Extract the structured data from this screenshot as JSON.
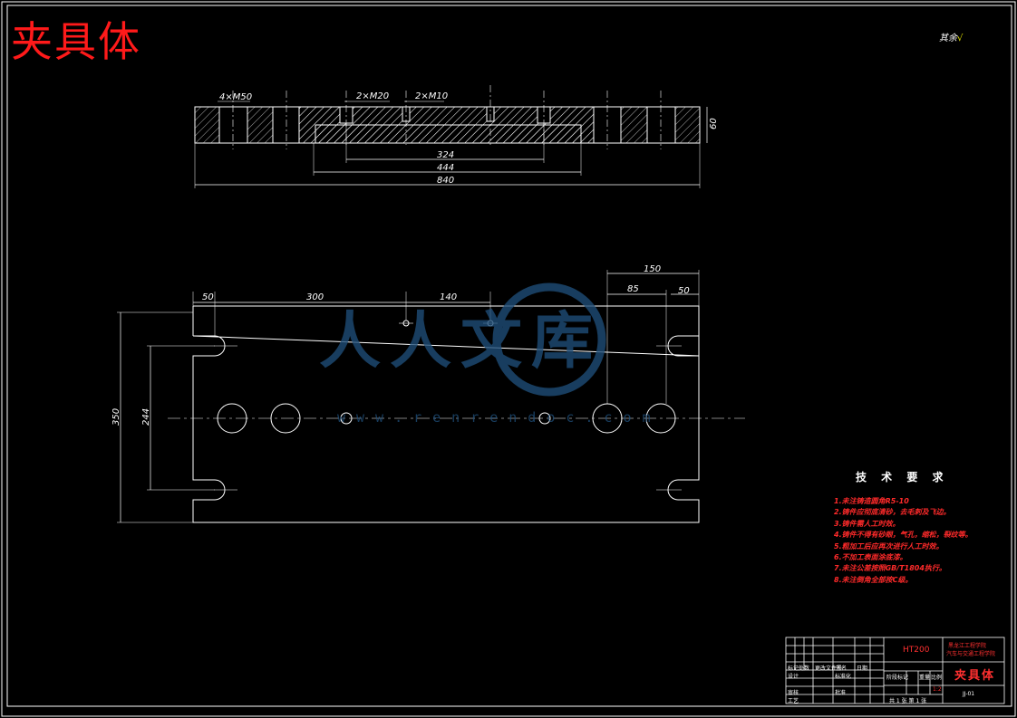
{
  "title": "夹具体",
  "corner_note": "其余",
  "corner_mark": "√",
  "tech": {
    "heading": "技 术 要 求",
    "items": [
      "1.未注铸造圆角R5-10",
      "2.铸件应彻底清砂，去毛刺及飞边。",
      "3.铸件需人工时效。",
      "4.铸件不得有砂眼，气孔，缩松，裂纹等。",
      "5.粗加工后应再次进行人工时效。",
      "6.不加工表面涂底漆。",
      "7.未注公差按照GB/T1804执行。",
      "8.未注倒角全部按C级。"
    ]
  },
  "dims": {
    "top": {
      "m50": "4×M50",
      "m20": "2×M20",
      "m10": "2×M10",
      "d324": "324",
      "d444": "444",
      "d840": "840",
      "d60": "60"
    },
    "plan": {
      "d150": "150",
      "d85": "85",
      "d50r": "50",
      "d50l": "50",
      "d300": "300",
      "d140": "140",
      "d350": "350",
      "d244": "244"
    }
  },
  "title_block": {
    "material": "HT200",
    "school": "黑龙江工程学院",
    "school2": "汽车与交通工程学院",
    "part_name": "夹具体",
    "drawing_no": "JJ-01",
    "mark_label": "标记处数",
    "change_label": "更改文件号",
    "sign_label": "签名",
    "date_label": "日期",
    "design_label": "设计",
    "std_label": "标准化",
    "check_label": "审核",
    "process_label": "工艺",
    "approve_label": "批准",
    "stage_label": "阶段标记",
    "weight_label": "重量",
    "scale_label": "比例",
    "scale_value": "1:2",
    "sheet_label": "共 1 张  第 1 张"
  },
  "colors": {
    "background": "#000000",
    "lines": "#ffffff",
    "red_text": "#ff2020",
    "watermark": "#1f4f7a"
  },
  "watermark": {
    "text": "人人文库",
    "url": "www.renrendoc.com"
  }
}
